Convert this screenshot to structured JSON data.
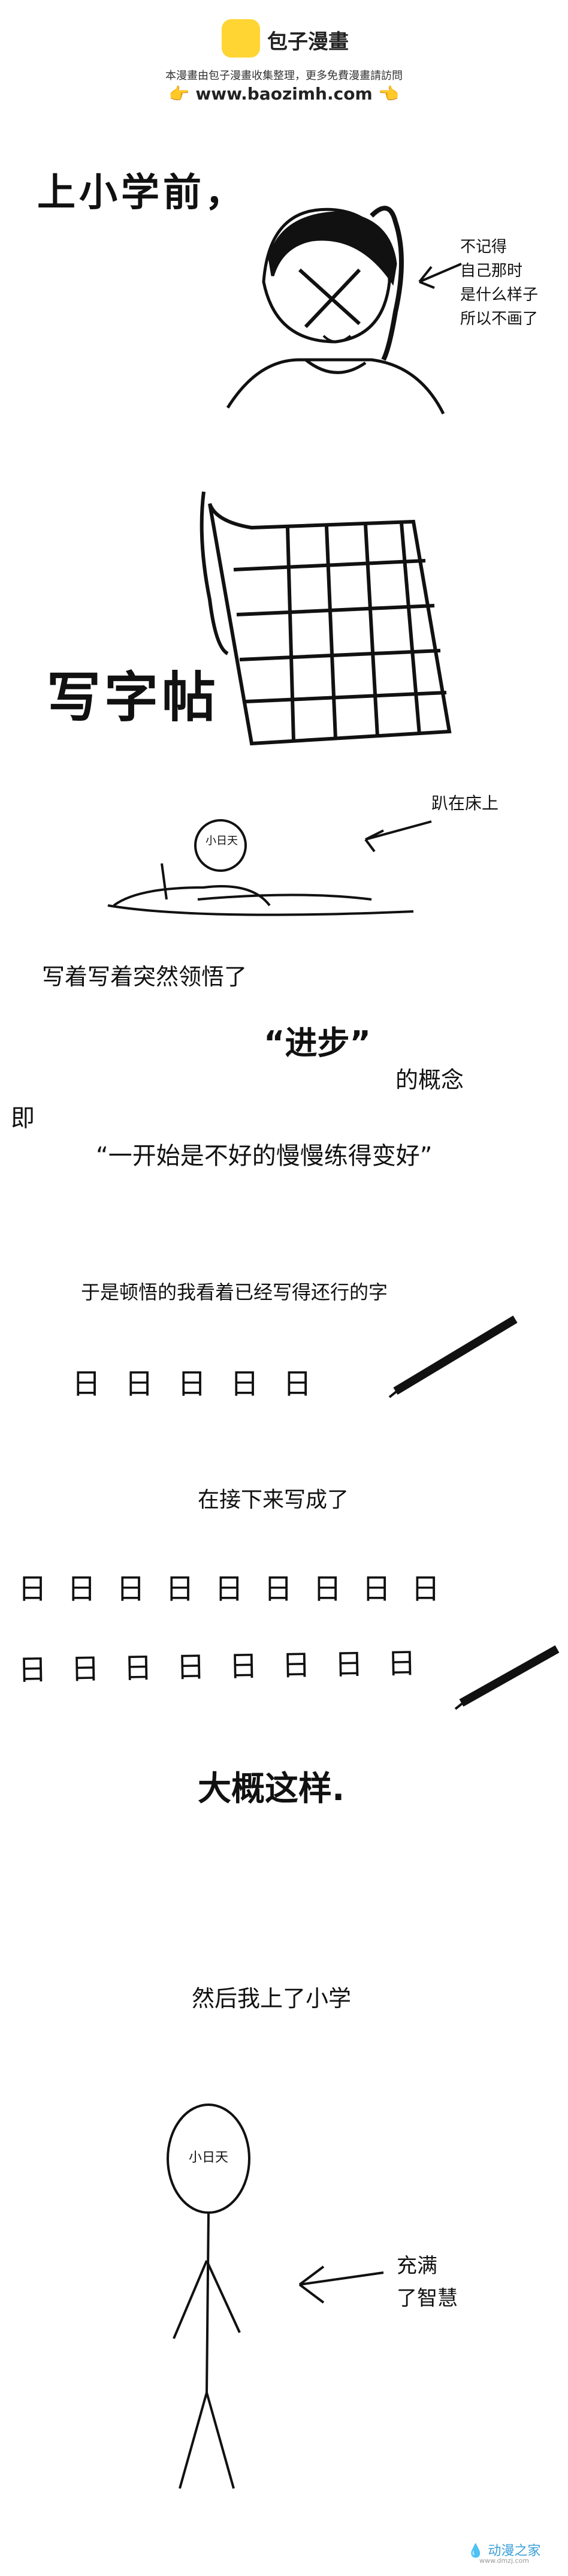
{
  "header": {
    "site_name": "包子漫畫",
    "notice": "本漫畫由包子漫畫收集整理，更多免費漫畫請訪問",
    "url": "www.baozimh.com",
    "url_left_icon": "pointing-hand-icon",
    "url_right_icon": "pointing-hand-icon",
    "accent_color": "#ffd533"
  },
  "panels": {
    "title_before_school": "上小学前，",
    "side_note_lines": [
      "不记得",
      "自己那时",
      "是什么样子",
      "所以不画了"
    ],
    "copybook": "写字帖",
    "lying_label": "趴在床上",
    "face_label": "小日天",
    "realization": "写着写着突然领悟了",
    "progress_word": "“进步”",
    "concept_suffix": "的概念",
    "namely": "即",
    "quote": "“一开始是不好的慢慢练得变好”",
    "practice_line": "于是顿悟的我看着已经写得还行的字",
    "good_chars": [
      "日",
      "日",
      "日",
      "日",
      "日"
    ],
    "next_line": "在接下来写成了",
    "row1_chars": [
      "日",
      "日",
      "日",
      "日",
      "日",
      "日",
      "日",
      "日",
      "日"
    ],
    "row2_chars": [
      "日",
      "日",
      "日",
      "日",
      "日",
      "日",
      "日",
      "日"
    ],
    "roughly": "大概这样.",
    "then_school": "然后我上了小学",
    "wisdom_lines": [
      "充满",
      "了智慧"
    ]
  },
  "footer": {
    "logo_text": "动漫之家",
    "logo_url": "www.dmzj.com"
  }
}
